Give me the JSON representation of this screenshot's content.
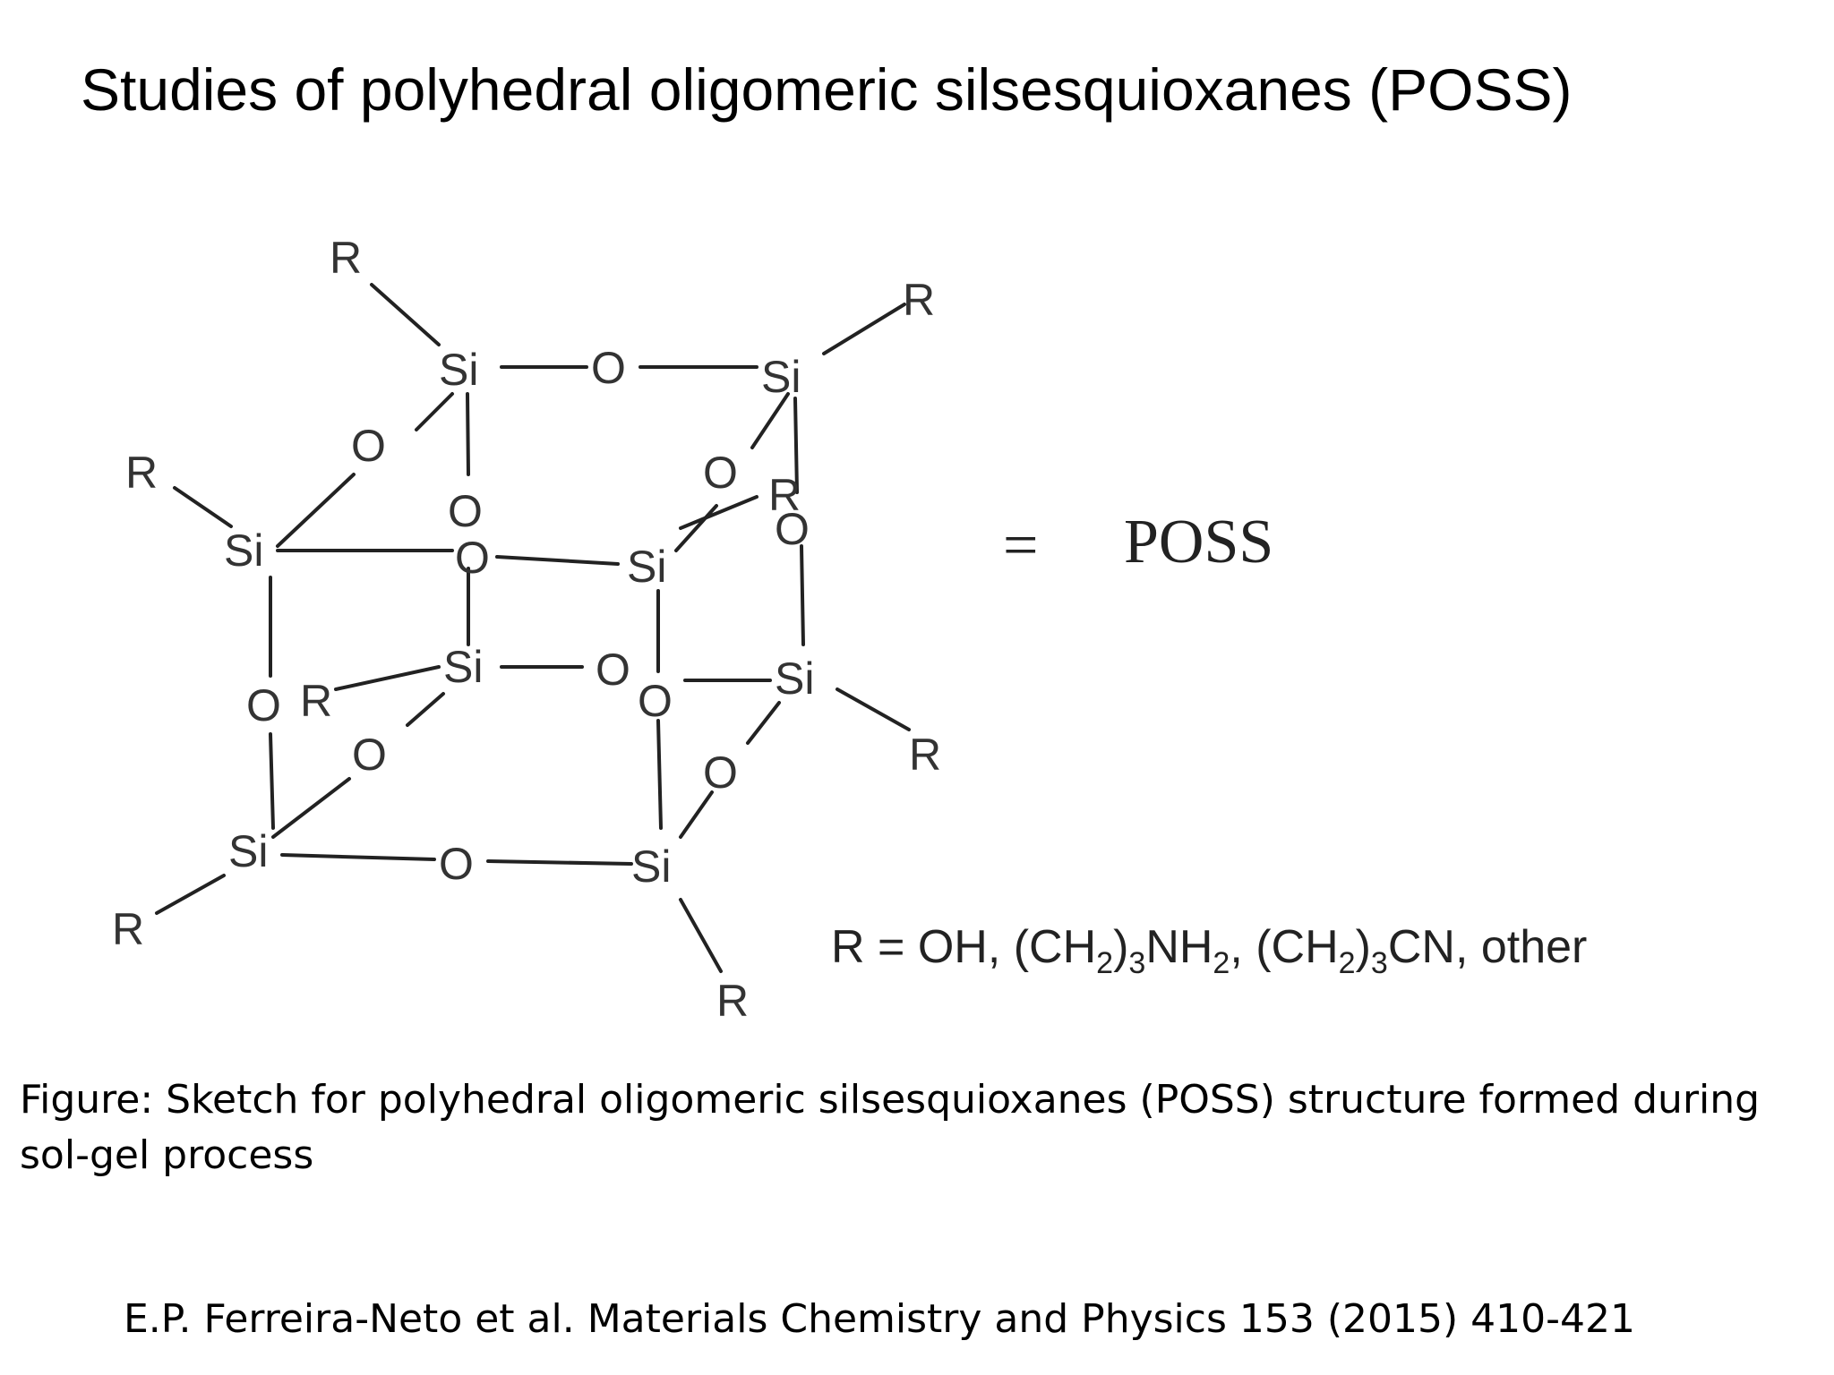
{
  "title": "Studies of polyhedral oligomeric silsesquioxanes (POSS)",
  "structure": {
    "atom_si": "Si",
    "atom_o": "O",
    "atom_r": "R",
    "equals": "=",
    "poss_label": "POSS",
    "r_definition": {
      "prefix": "R = OH, (CH",
      "sub1": "2",
      "sub2": "3",
      "mid1": "NH",
      "sub3": "2",
      "mid2": ", (CH",
      "sub4": "2",
      "sub5": "3",
      "suffix": "CN, other"
    }
  },
  "caption": "Figure: Sketch for polyhedral oligomeric silsesquioxanes (POSS) structure formed during sol-gel process",
  "citation": "E.P. Ferreira-Neto et al.  Materials Chemistry and Physics 153 (2015) 410-421"
}
